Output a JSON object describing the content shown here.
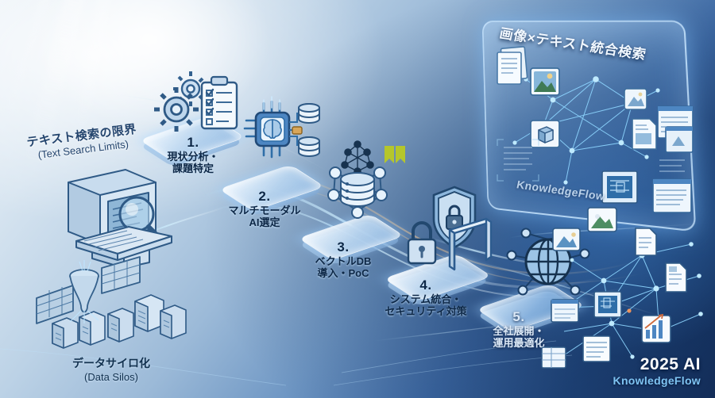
{
  "brand": {
    "line1": "2025 AI",
    "line2": "KnowledgeFlow",
    "accent_color": "#7fc4f2"
  },
  "screen": {
    "title": "画像×テキスト統合検索",
    "watermark": "KnowledgeFlow"
  },
  "legacy": {
    "heading_jp": "テキスト検索の限界",
    "heading_en": "(Text Search Limits)",
    "silos_jp": "データサイロ化",
    "silos_en": "(Data Silos)"
  },
  "steps": [
    {
      "num": "1.",
      "line1": "現状分析・",
      "line2": "課題特定"
    },
    {
      "num": "2.",
      "line1": "マルチモーダル",
      "line2": "AI選定"
    },
    {
      "num": "3.",
      "line1": "ベクトルDB",
      "line2": "導入・PoC"
    },
    {
      "num": "4.",
      "line1": "システム統合・",
      "line2": "セキュリティ対策"
    },
    {
      "num": "5.",
      "line1": "全社展開・",
      "line2": "運用最適化"
    }
  ],
  "icons": {
    "step1": [
      "gear-icon",
      "clipboard-checklist-icon"
    ],
    "step2": [
      "ai-chip-brain-icon",
      "database-cylinder-icon"
    ],
    "step3": [
      "vector-database-icon",
      "node-graph-icon"
    ],
    "step4": [
      "shield-lock-icon",
      "padlock-icon",
      "gateway-icon"
    ],
    "step5": [
      "globe-network-icon"
    ],
    "screen": [
      "document-icon",
      "image-icon",
      "cube-icon",
      "blueprint-icon"
    ],
    "cluster": [
      "image-icon",
      "document-icon",
      "chart-icon",
      "blueprint-icon",
      "table-icon"
    ]
  },
  "palette": {
    "bg_light": "#e8f0f7",
    "bg_dark": "#16305c",
    "glow": "#9fdcff",
    "ink": "#163a63"
  }
}
